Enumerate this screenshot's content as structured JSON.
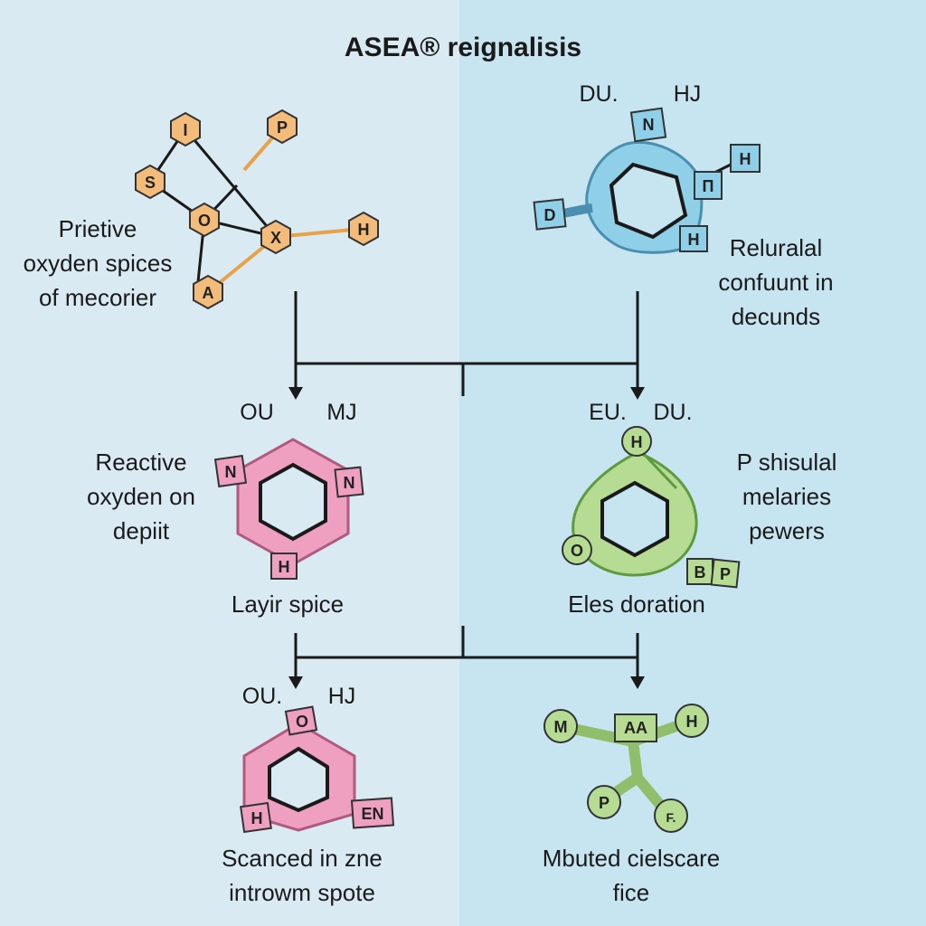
{
  "title": "ASEA® reignalisis",
  "colors": {
    "left_bg": "#d9eaf3",
    "right_bg": "#c7e4f1",
    "orange": "#f3bc7a",
    "blue": "#8fd0e8",
    "pink": "#ef9fbf",
    "green": "#b6dc94",
    "line": "#1a1a1a"
  },
  "left_top": {
    "caption": [
      "Prietive",
      "oxyden spices",
      "of mecorier"
    ],
    "nodes": [
      "I",
      "P",
      "S",
      "O",
      "X",
      "H",
      "A"
    ]
  },
  "right_top": {
    "header": [
      "DU.",
      "HJ"
    ],
    "caption": [
      "Reluralal",
      "confuunt in",
      "decunds"
    ],
    "nodes": [
      "N",
      "H",
      "П",
      "D",
      "H"
    ]
  },
  "mid_left": {
    "header": [
      "OU",
      "MJ"
    ],
    "caption_left": [
      "Reactive",
      "oxyden on",
      "depiit"
    ],
    "label_below": "Layir spice",
    "nodes": [
      "N",
      "N",
      "H"
    ]
  },
  "mid_right": {
    "header": [
      "EU.",
      "DU."
    ],
    "caption_right": [
      "P shisulal",
      "melaries",
      "pewers"
    ],
    "label_below": "Eles doration",
    "nodes": [
      "H",
      "O",
      "B",
      "P"
    ]
  },
  "bot_left": {
    "header": [
      "OU.",
      "HJ"
    ],
    "caption": [
      "Scanced in zne",
      "introwm spote"
    ],
    "nodes": [
      "O",
      "H",
      "EN"
    ]
  },
  "bot_right": {
    "caption": [
      "Mbuted cielscare",
      "fice"
    ],
    "nodes": [
      "M",
      "AA",
      "H",
      "P",
      "F."
    ]
  }
}
